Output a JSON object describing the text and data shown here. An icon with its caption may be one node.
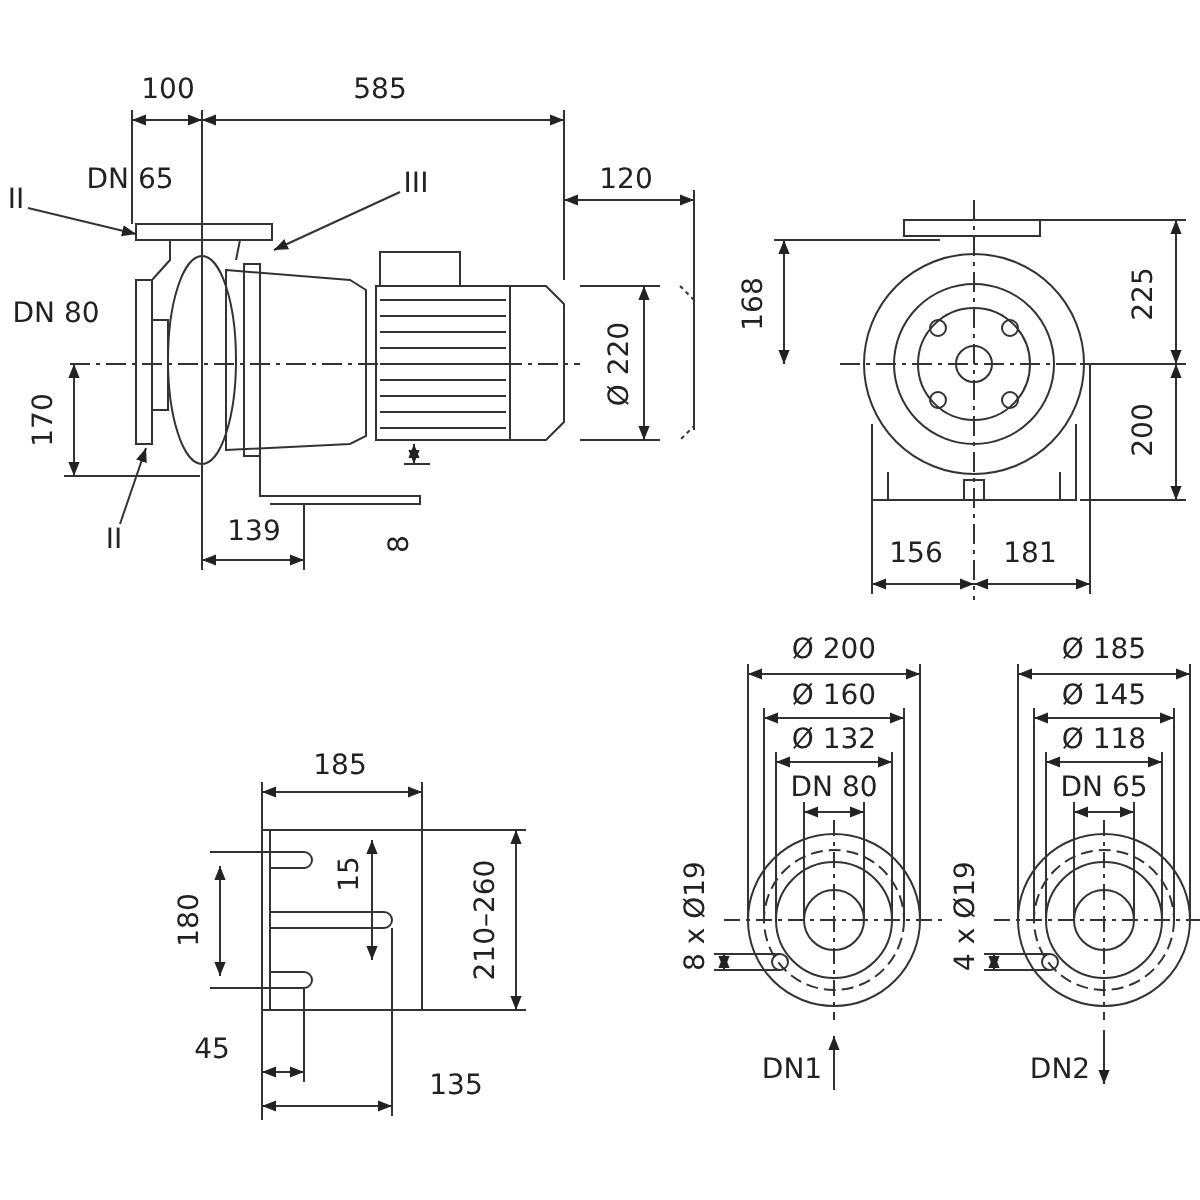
{
  "diagram": {
    "nodes": [
      {
        "text": [
          "II"
        ]
      },
      {
        "text": [
          "III"
        ]
      },
      {
        "text": [
          "II"
        ]
      }
    ],
    "edges": [
      {
        "from": 0,
        "to": null,
        "arrow": "to"
      },
      {
        "from": 1,
        "to": null,
        "arrow": "to"
      },
      {
        "from": 2,
        "to": null,
        "arrow": "to"
      }
    ],
    "labels": [
      "100",
      "585",
      "DN 65",
      "120",
      "DN 80",
      "Ø 220",
      "170",
      "139",
      "8",
      "168",
      "225",
      "200",
      "156",
      "181",
      "185",
      "15",
      "180",
      "210–260",
      "45",
      "135",
      "Ø 200",
      "Ø 185",
      "Ø 160",
      "Ø 145",
      "Ø 132",
      "Ø 118",
      "DN 80",
      "DN 65",
      "8 x Ø19",
      "4 x Ø19",
      "DN1",
      "DN2"
    ]
  }
}
